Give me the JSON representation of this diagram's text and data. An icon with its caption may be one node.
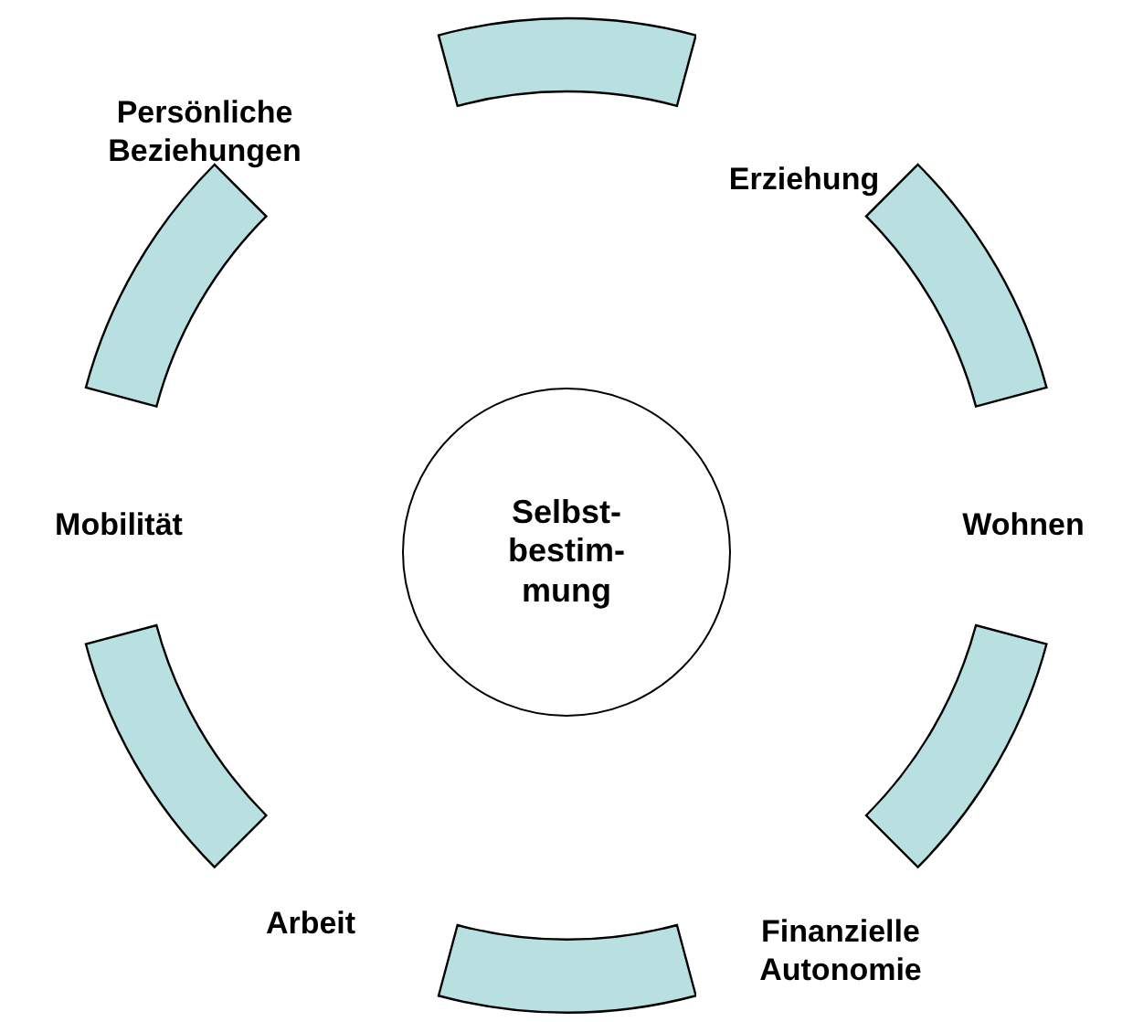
{
  "diagram": {
    "nodes": [
      {
        "text": [
          "Selbst- bestim- mung"
        ]
      },
      {
        "text": [],
        "shape": "arc"
      },
      {
        "text": [],
        "shape": "arc"
      },
      {
        "text": [],
        "shape": "arc"
      },
      {
        "text": [],
        "shape": "arc"
      },
      {
        "text": [],
        "shape": "arc"
      },
      {
        "text": [],
        "shape": "arc"
      }
    ],
    "labels": [
      "Persönliche Beziehungen",
      "Erziehung",
      "Mobilität",
      "Wohnen",
      "Arbeit",
      "Finanzielle Autonomie"
    ]
  }
}
